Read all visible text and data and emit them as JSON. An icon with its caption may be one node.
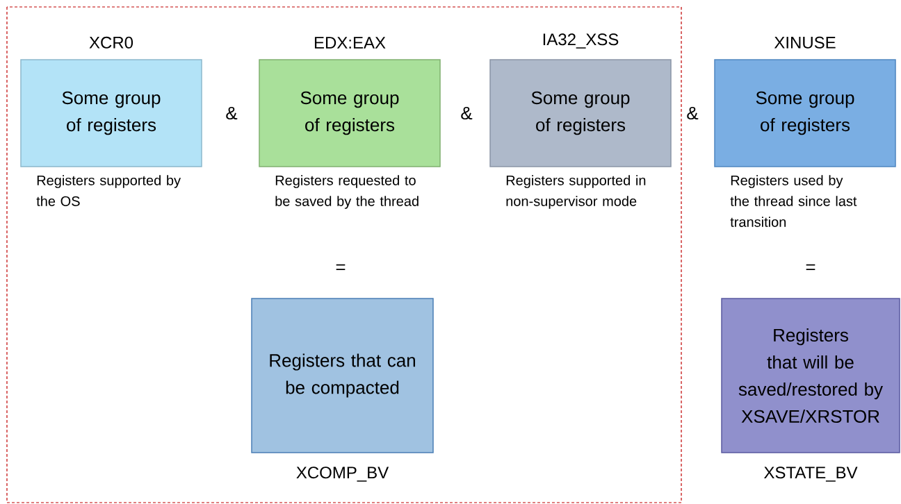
{
  "diagram": {
    "nodes": [
      {
        "text": [
          "XCR0",
          "Some group of registers"
        ],
        "beside": [
          "Registers supported by the OS"
        ]
      },
      {
        "text": [
          "EDX:EAX",
          "Some group of registers"
        ],
        "beside": [
          "Registers requested to be saved by the thread"
        ]
      },
      {
        "text": [
          "IA32_XSS",
          "Some group of registers"
        ],
        "beside": [
          "Registers supported in non-supervisor mode"
        ]
      },
      {
        "text": [
          "XINUSE",
          "Some group of registers"
        ],
        "beside": [
          "Registers used by the thread since last transition"
        ]
      },
      {
        "text": [
          "Registers that can be compacted"
        ],
        "beside": [
          "XCOMP_BV"
        ]
      },
      {
        "text": [
          "Registers that will be saved/restored by XSAVE/XRSTOR"
        ],
        "beside": [
          "XSTATE_BV"
        ]
      }
    ],
    "labels": [
      "&",
      "&",
      "&",
      "=",
      "="
    ]
  }
}
